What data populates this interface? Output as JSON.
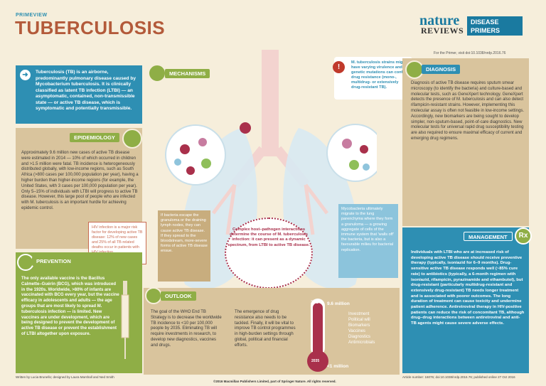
{
  "header": {
    "kicker": "PRIMEVIEW",
    "title": "TUBERCULOSIS",
    "logo_nature": "nature",
    "logo_reviews": "REVIEWS",
    "logo_box": "DISEASE PRIMERS",
    "cite": "For the Primer, visit doi:10.1038/nrdp.2016.76"
  },
  "intro": {
    "text": "Tuberculosis (TB) is an airborne, predominantly pulmonary disease caused by Mycobacterium tuberculosis. It is clinically classified as latent TB infection (LTBI) — an asymptomatic, contained, non-transmissible state — or active TB disease, which is symptomatic and potentially transmissible."
  },
  "epidemiology": {
    "label": "EPIDEMIOLOGY",
    "text": "Approximately 9.6 million new cases of active TB disease were estimated in 2014 — 10% of which occurred in children and >1.5 million were fatal. TB incidence is heterogeneously distributed globally, with low-income regions, such as South Africa (>800 cases per 100,000 population per year), having a higher burden than higher-income regions (for example, the United States, with 3 cases per 100,000 population per year). Only 5–15% of individuals with LTBI will progress to active TB disease. However, this large pool of people who are infected with M. tuberculosis is an important hurdle for achieving epidemic control.",
    "note": "HIV infection is a major risk factor for developing active TB disease: 12% of new cases and 25% of all TB-related deaths occur in patients with HIV infection"
  },
  "prevention": {
    "label": "PREVENTION",
    "text": "The only available vaccine is the Bacillus Calmette–Guérin (BCG), which was introduced in the 1920s. Worldwide, >80% of infants are vaccinated with BCG every year, but the vaccine efficacy in adolescents and adults — the age groups that are most likely to spread M. tuberculosis infection — is limited. New vaccines are under development, which are being designed to prevent the development of active TB disease or prevent the establishment of LTBI altogether upon exposure."
  },
  "mechanisms": {
    "label": "MECHANISMS",
    "strains": "M. tuberculosis strains might have varying virulence and genetic mutations can confer drug resistance (mono-, multidrug- or extensively drug-resistant TB).",
    "escape": "If bacteria escape the granuloma or the draining lymph nodes, they can cause active TB disease. If they spread to the bloodstream, more-severe forms of active TB disease ensue.",
    "mycobacteria": "Mycobacteria ultimately migrate to the lung parenchyma where they form a granuloma — a growing aggregate of cells of the immune system that 'walls off' the bacteria, but is also a favourable milieu for bacterial replication.",
    "complex": "Complex host–pathogen interactions determine the course of M. tuberculosis infection: it can present as a dynamic spectrum, from LTBI to active TB disease."
  },
  "diagnosis": {
    "label": "DIAGNOSIS",
    "text": "Diagnosis of active TB disease requires sputum smear microscopy (to identify the bacteria) and culture-based and molecular tests, such as GeneXpert technology. GeneXpert detects the presence of M. tuberculosis and can also detect rifampicin-resistant strains. However, implementing this molecular assay is often not feasible in low-income settings. Accordingly, new biomarkers are being sought to develop simpler, non-sputum-based, point-of-care diagnostics. New molecular tests for universal rapid drug susceptibility testing are also required to ensure maximal efficacy of current and emerging drug regimens."
  },
  "management": {
    "label": "MANAGEMENT",
    "icon_text": "Rx",
    "text": "Individuals with LTBI who are at increased risk of developing active TB disease should receive preventive therapy (typically, isoniazid for 6–9 months). Drug-sensitive active TB disease responds well (~85% cure rate) to antibiotics (typically, a 6-month regimen with isoniazid, rifampicin, pyrazinamide and ethambutol), but drug-resistant (particularly multidrug-resistant and extensively drug-resistant) TB needs longer treatment and is associated with poorer outcomes. The long duration of treatment can cause toxicity and undermine patient adherence. Antiretroviral therapy in HIV-positive patients can reduce the risk of concomitant TB, although drug–drug interactions between antiretroviral and anti-TB agents might cause severe adverse effects."
  },
  "outlook": {
    "label": "OUTLOOK",
    "text1": "The goal of the WHO End TB Strategy is to decrease the worldwide TB incidence to <10 per 100,000 people by 2035. Eliminating TB will require investments in research, to develop new diagnostics, vaccines and drugs.",
    "text2": "The emergence of drug resistance also needs to be tackled. Finally, it will be vital to improve TB control programmes in high-burden settings through global, political and financial efforts.",
    "thermo_top_year": "2014",
    "thermo_bottom_year": "2035",
    "thermo_top_value": "9.6 million",
    "thermo_bottom_value": "<1 million",
    "list": [
      "Investment",
      "Political will",
      "Biomarkers",
      "Vaccines",
      "Diagnostics",
      "Antimicrobials"
    ]
  },
  "footer": {
    "credit": "Written by Lucia Brunello; designed by Laura Marshall and Ned Smith",
    "article": "Article number: 16076; doi:10.1038/nrdp.2016.76; published online 27 Oct 2016",
    "copyright": "©2016 Macmillan Publishers Limited, part of Springer Nature. All rights reserved."
  }
}
